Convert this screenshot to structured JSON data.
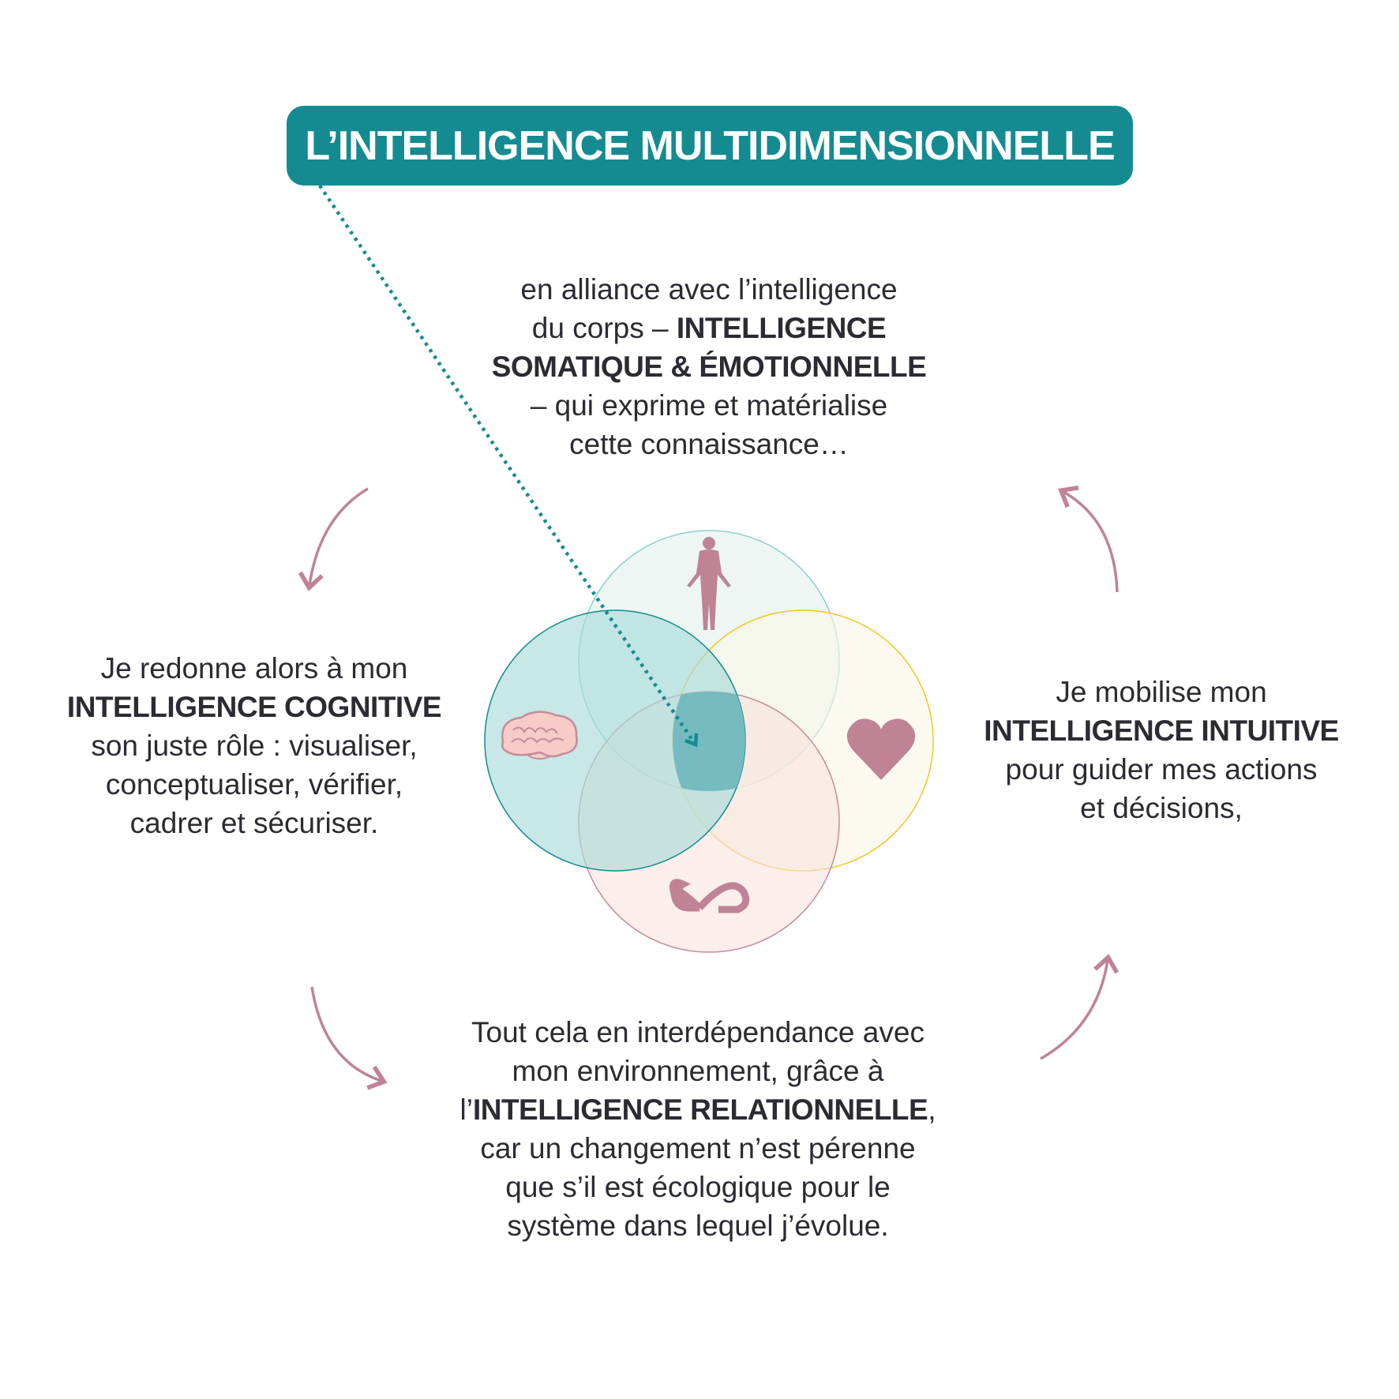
{
  "title": "L’INTELLIGENCE MULTIDIMENSIONNELLE",
  "somatic": {
    "line1": "en alliance avec l’intelligence",
    "line2_pre": "du corps – ",
    "line2_bold": "INTELLIGENCE",
    "line3_bold": "SOMATIQUE & ÉMOTIONNELLE",
    "line4": "– qui exprime et matérialise",
    "line5": "cette connaissance…"
  },
  "cognitive": {
    "line1": "Je redonne alors à mon",
    "line2_bold": "INTELLIGENCE COGNITIVE",
    "line3": "son juste rôle : visualiser,",
    "line4": "conceptualiser, vérifier,",
    "line5": "cadrer et sécuriser."
  },
  "intuitive": {
    "line1": "Je mobilise mon",
    "line2_bold": "INTELLIGENCE INTUITIVE",
    "line3": "pour guider mes actions",
    "line4": "et décisions,"
  },
  "relational": {
    "line1": "Tout cela en interdépendance avec",
    "line2": "mon environnement, grâce à",
    "line3_pre": "l’",
    "line3_bold": "INTELLIGENCE RELATIONNELLE",
    "line3_post": ",",
    "line4": "car un changement n’est pérenne",
    "line5": "que s’il est écologique pour le",
    "line6": "système dans lequel j’évolue."
  },
  "colors": {
    "teal": "#148b91",
    "pink": "#bf8395",
    "yellow": "#f3c623"
  },
  "icons": [
    "body-icon",
    "brain-icon",
    "heart-icon",
    "infinity-icon"
  ]
}
